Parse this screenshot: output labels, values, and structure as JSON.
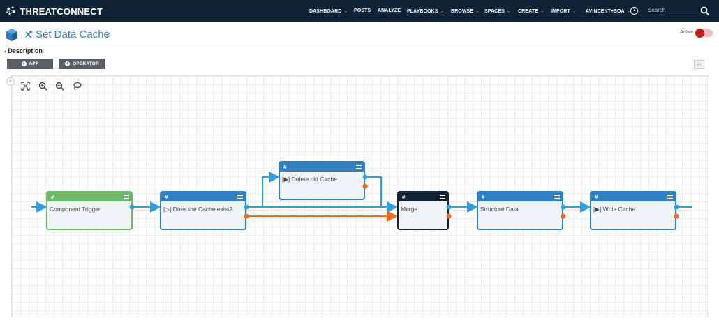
{
  "brand": {
    "name_part1": "THREAT",
    "name_part2": "CONNECT",
    "accent_color": "#ef6c22",
    "nav_bg": "#0f2236"
  },
  "nav": {
    "items": [
      {
        "label": "DASHBOARD",
        "dropdown": true
      },
      {
        "label": "POSTS",
        "dropdown": false
      },
      {
        "label": "ANALYZE",
        "dropdown": false
      },
      {
        "label": "PLAYBOOKS",
        "dropdown": true,
        "active": true
      },
      {
        "label": "BROWSE",
        "dropdown": true
      },
      {
        "label": "SPACES",
        "dropdown": true
      },
      {
        "label": "CREATE",
        "dropdown": true
      },
      {
        "label": "IMPORT",
        "dropdown": true
      },
      {
        "label": "AVINCENT+SOA",
        "dropdown": true
      }
    ],
    "help_icon": "?",
    "search_placeholder": "Search",
    "search_icon": "search-icon"
  },
  "page": {
    "title": "Set Data Cache",
    "title_color": "#2f7fc1",
    "active_label": "Active",
    "active_on": true,
    "toggle_color": "#c21d1d"
  },
  "toolbar": {
    "description_label": "Description",
    "app_button": "APP",
    "operator_button": "OPERATOR",
    "more_button": "..."
  },
  "canvas_tools": [
    "fit-screen-icon",
    "zoom-in-icon",
    "zoom-out-icon",
    "lasso-icon"
  ],
  "nodes": [
    {
      "id": "n1",
      "header": "#",
      "label": "Component Trigger",
      "kind": "trigger",
      "color": "#69bb6a"
    },
    {
      "id": "n2",
      "header": "#",
      "label": "[▷] Does the Cache exist?",
      "kind": "app",
      "color": "#2f7fc1"
    },
    {
      "id": "n3",
      "header": "#",
      "label": "[▶] Delete old Cache",
      "kind": "app",
      "color": "#2f7fc1"
    },
    {
      "id": "n4",
      "header": "#",
      "label": "Merge",
      "kind": "operator",
      "color": "#0f2236"
    },
    {
      "id": "n5",
      "header": "#",
      "label": "Structure Data",
      "kind": "app",
      "color": "#2f7fc1"
    },
    {
      "id": "n6",
      "header": "#",
      "label": "[▶] Write Cache",
      "kind": "app",
      "color": "#2f7fc1"
    }
  ],
  "edge_colors": {
    "success": "#2f9fe0",
    "failure": "#ef6c22"
  }
}
